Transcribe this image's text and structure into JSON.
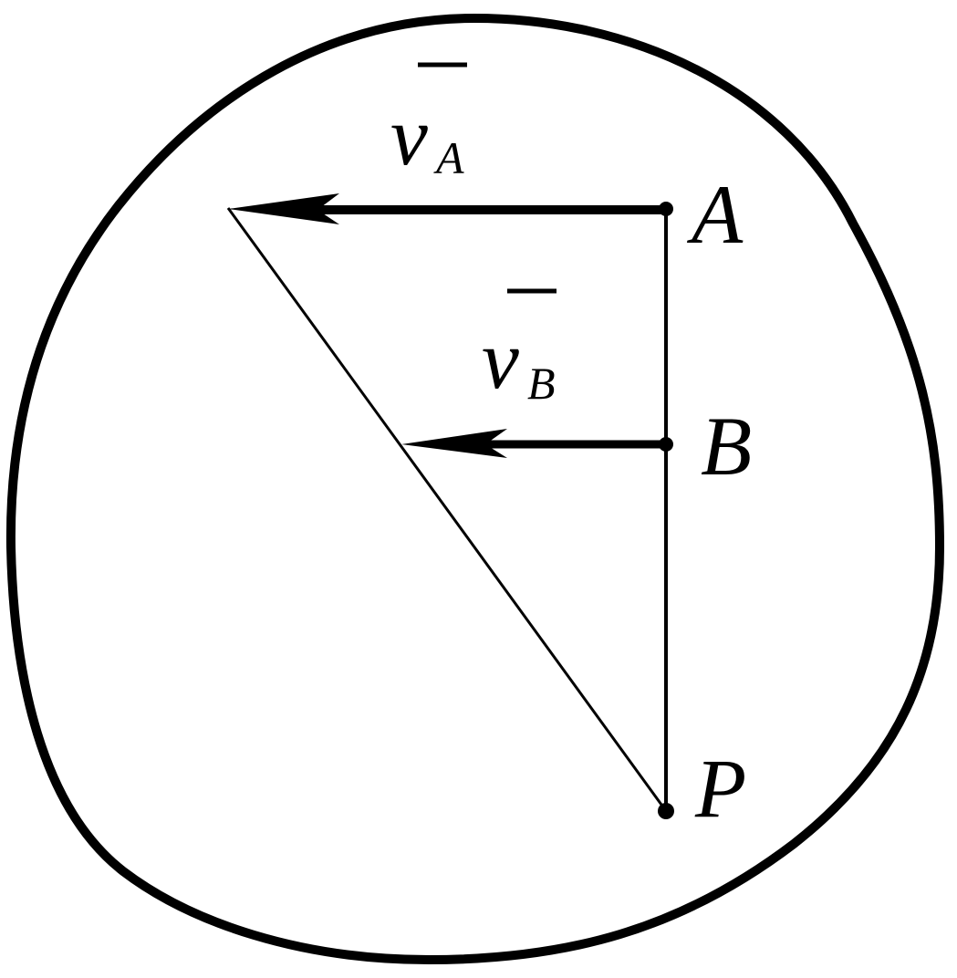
{
  "colors": {
    "ink": "#000000",
    "background": "#ffffff"
  },
  "points": {
    "A": "A",
    "B": "B",
    "P": "P"
  },
  "vectors": {
    "vA": {
      "symbol": "v",
      "subscript": "A"
    },
    "vB": {
      "symbol": "v",
      "subscript": "B"
    }
  }
}
